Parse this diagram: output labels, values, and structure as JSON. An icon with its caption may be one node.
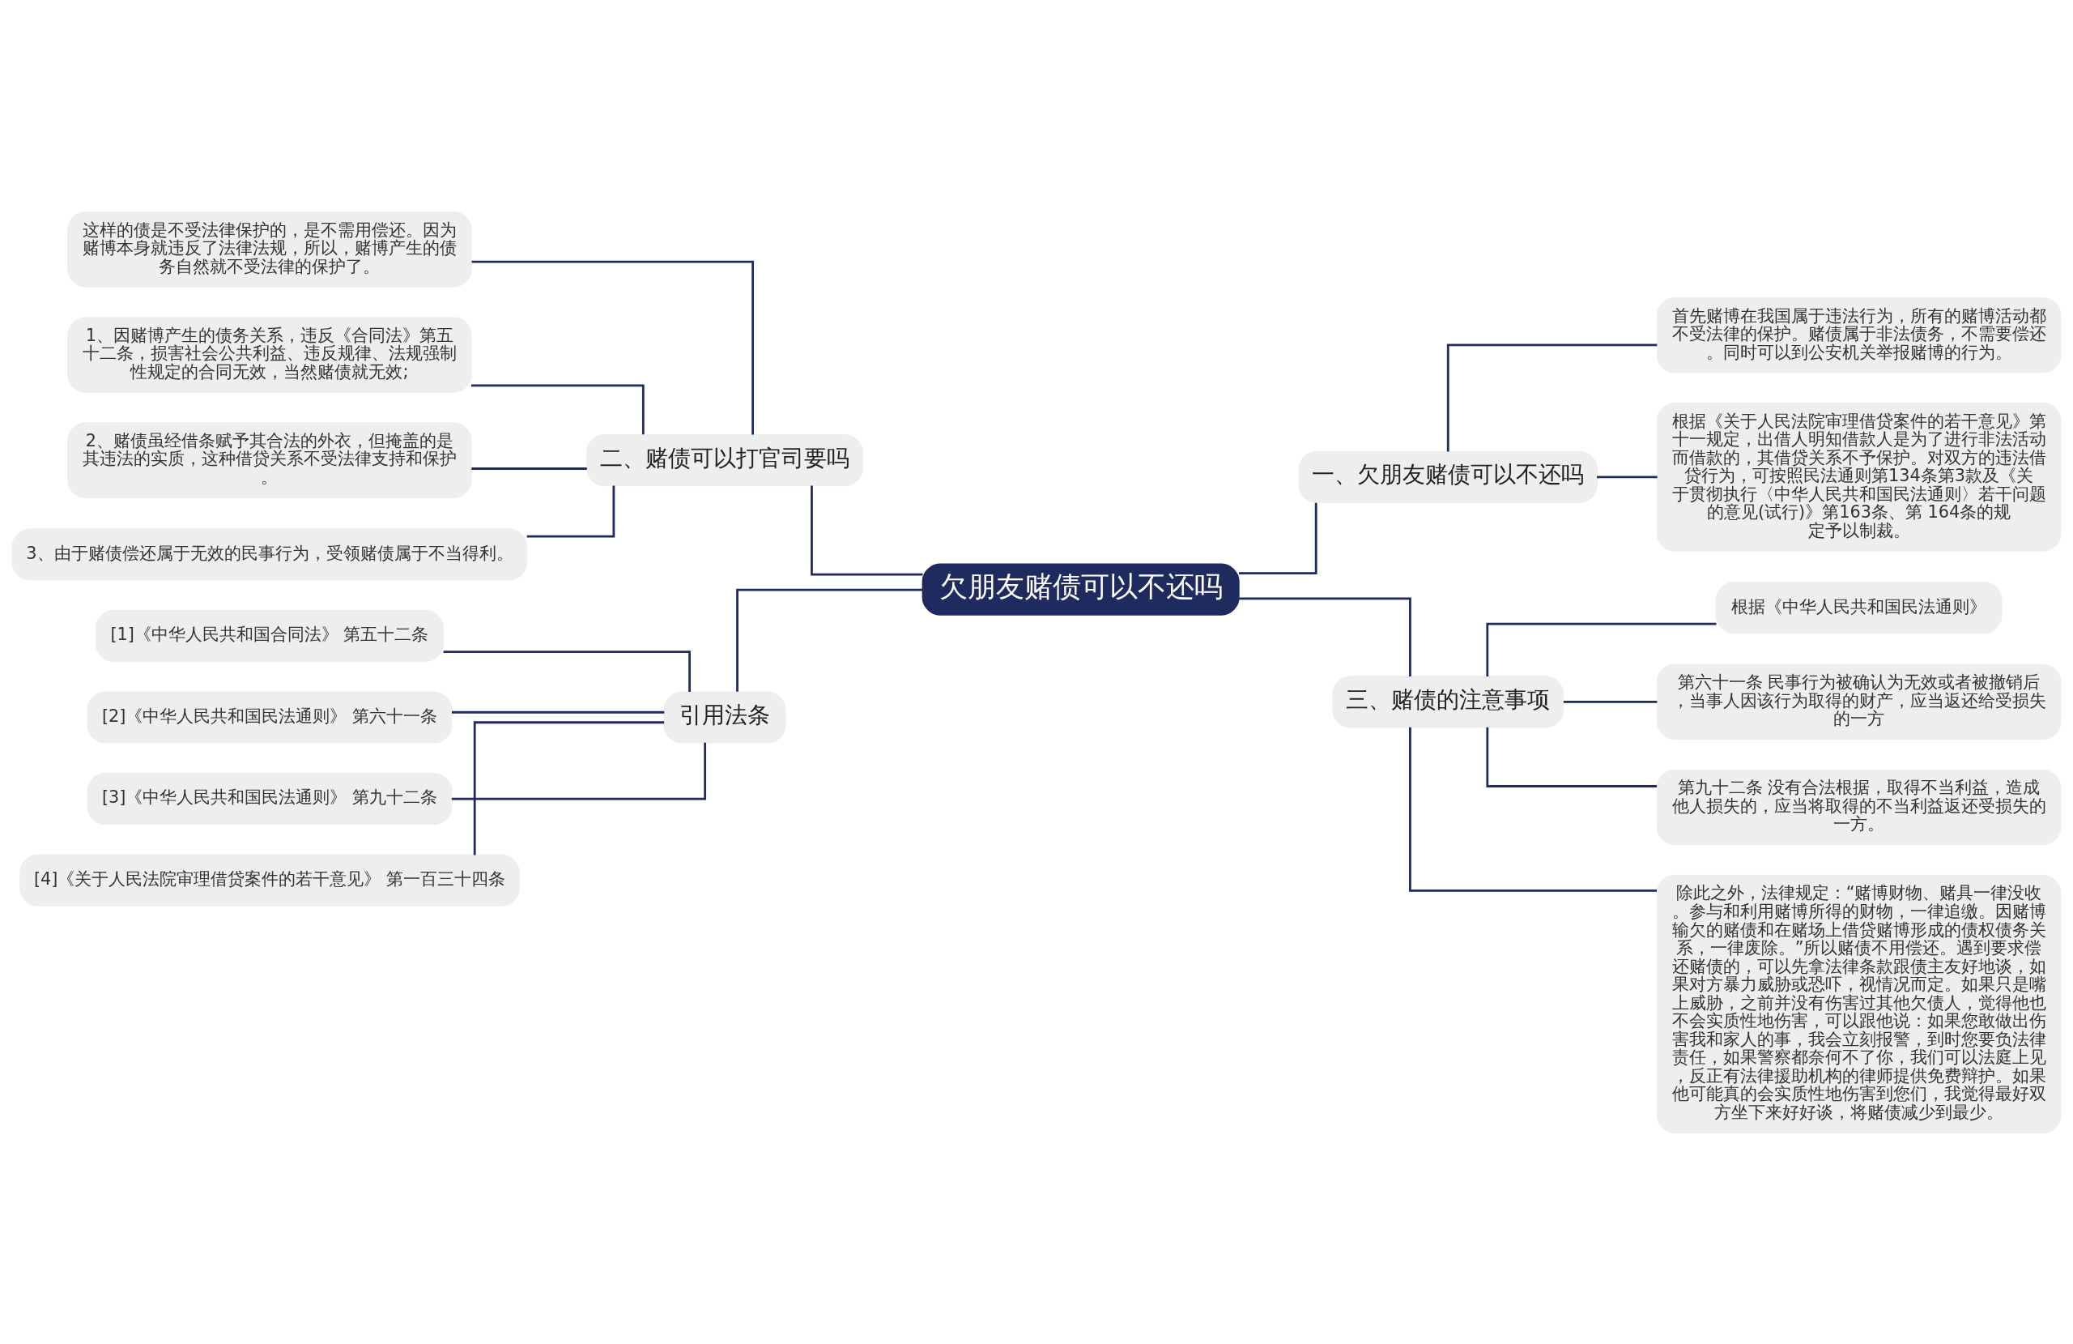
{
  "diagram": {
    "nodes": [
      {
        "text": [
          "欠朋友赌债可以不还吗"
        ]
      },
      {
        "text": [
          "一、欠朋友赌债可以不还吗"
        ]
      },
      {
        "text": [
          "首先赌博在我国属于违法行为，所有的赌博活动都不受法律的保护。赌债属于非法债务，不需要偿还。同时可以到公安机关举报赌博的行为。"
        ]
      },
      {
        "text": [
          "根据《关于人民法院审理借贷案件的若干意见》第十一规定，出借人明知借款人是为了进行非法活动而借款的，其借贷关系不予保护。对双方的违法借贷行为，可按照民法通则第134条第3款及《关于贯彻执行〈中华人民共和国民法通则〉若干问题的意见(试行)》第163条、第 164条的规定予以制裁。"
        ]
      },
      {
        "text": [
          "三、赌债的注意事项"
        ]
      },
      {
        "text": [
          "根据《中华人民共和国民法通则》"
        ]
      },
      {
        "text": [
          "第六十一条 民事行为被确认为无效或者被撤销后，当事人因该行为取得的财产，应当返还给受损失的一方"
        ]
      },
      {
        "text": [
          "第九十二条 没有合法根据，取得不当利益，造成他人损失的，应当将取得的不当利益返还受损失的一方。"
        ]
      },
      {
        "text": [
          "除此之外，法律规定：“赌博财物、赌具一律没收。参与和利用赌博所得的财物，一律追缴。因赌博输欠的赌债和在赌场上借贷赌博形成的债权债务关系，一律废除。”所以赌债不用偿还。遇到要求偿还赌债的，可以先拿法律条款跟债主友好地谈，如果对方暴力威胁或恐吓，视情况而定。如果只是嘴上威胁，之前并没有伤害过其他欠债人，觉得他也不会实质性地伤害，可以跟他说：如果您敢做出伤害我和家人的事，我会立刻报警，到时您要负法律责任，如果警察都奈何不了你，我们可以法庭上见，反正有法律援助机构的律师提供免费辩护。如果他可能真的会实质性地伤害到您们，我觉得最好双方坐下来好好谈，将赌债减少到最少。"
        ]
      },
      {
        "text": [
          "二、赌债可以打官司要吗"
        ]
      },
      {
        "text": [
          "这样的债是不受法律保护的，是不需用偿还。因为赌博本身就违反了法律法规，所以，赌博产生的债务自然就不受法律的保护了。"
        ]
      },
      {
        "text": [
          "1、因赌博产生的债务关系，违反《合同法》第五十二条，损害社会公共利益、违反规律、法规强制性规定的合同无效，当然赌债就无效;"
        ]
      },
      {
        "text": [
          "2、赌债虽经借条赋予其合法的外衣，但掩盖的是其违法的实质，这种借贷关系不受法律支持和保护。"
        ]
      },
      {
        "text": [
          "3、由于赌债偿还属于无效的民事行为，受领赌债属于不当得利。"
        ]
      },
      {
        "text": [
          "引用法条"
        ]
      },
      {
        "text": [
          "[1]《中华人民共和国合同法》 第五十二条"
        ]
      },
      {
        "text": [
          "[2]《中华人民共和国民法通则》 第六十一条"
        ]
      },
      {
        "text": [
          "[3]《中华人民共和国民法通则》 第九十二条"
        ]
      },
      {
        "text": [
          "[4]《关于人民法院审理借贷案件的若干意见》 第一百三十四条"
        ]
      }
    ],
    "edges": [
      {
        "from": 0,
        "to": 1,
        "arrow": "none"
      },
      {
        "from": 1,
        "to": 2,
        "arrow": "none"
      },
      {
        "from": 1,
        "to": 3,
        "arrow": "none"
      },
      {
        "from": 0,
        "to": 4,
        "arrow": "none"
      },
      {
        "from": 4,
        "to": 5,
        "arrow": "none"
      },
      {
        "from": 4,
        "to": 6,
        "arrow": "none"
      },
      {
        "from": 4,
        "to": 7,
        "arrow": "none"
      },
      {
        "from": 4,
        "to": 8,
        "arrow": "none"
      },
      {
        "from": 0,
        "to": 9,
        "arrow": "none"
      },
      {
        "from": 9,
        "to": 10,
        "arrow": "none"
      },
      {
        "from": 9,
        "to": 11,
        "arrow": "none"
      },
      {
        "from": 9,
        "to": 12,
        "arrow": "none"
      },
      {
        "from": 9,
        "to": 13,
        "arrow": "none"
      },
      {
        "from": 0,
        "to": 14,
        "arrow": "none"
      },
      {
        "from": 14,
        "to": 15,
        "arrow": "none"
      },
      {
        "from": 14,
        "to": 16,
        "arrow": "none"
      },
      {
        "from": 14,
        "to": 17,
        "arrow": "none"
      },
      {
        "from": 14,
        "to": 18,
        "arrow": "none"
      }
    ]
  }
}
